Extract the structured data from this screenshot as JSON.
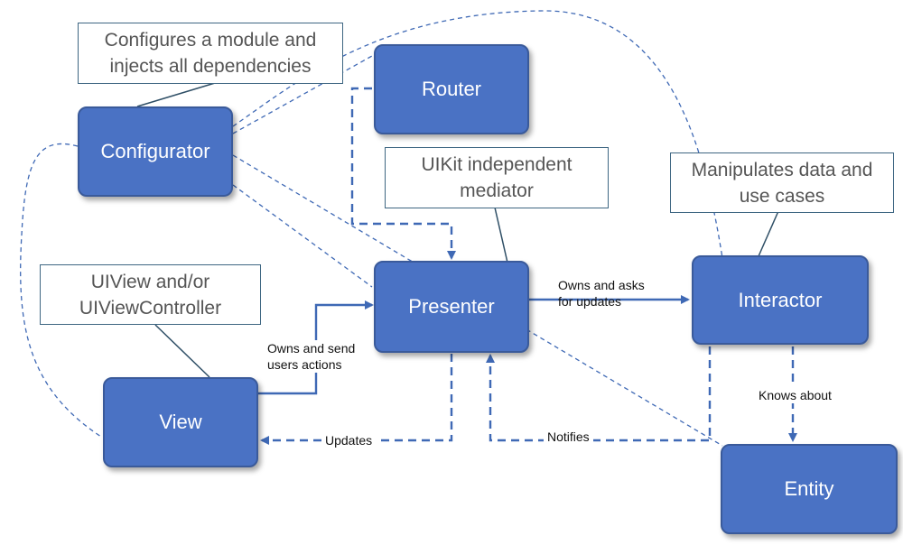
{
  "components": {
    "configurator": "Configurator",
    "router": "Router",
    "presenter": "Presenter",
    "interactor": "Interactor",
    "view": "View",
    "entity": "Entity"
  },
  "notes": {
    "configurator": "Configures a module and\ninjects all dependencies",
    "presenter": "UIKit independent\nmediator",
    "interactor": "Manipulates data and\nuse cases",
    "view": "UIView and/or\nUIViewController"
  },
  "edge_labels": {
    "view_to_presenter": "Owns and send\nusers actions",
    "presenter_to_interactor": "Owns and asks\nfor updates",
    "presenter_to_view": "Updates",
    "interactor_to_presenter": "Notifies",
    "interactor_to_entity": "Knows about"
  },
  "colors": {
    "box_fill": "#4a72c4",
    "box_border": "#3a5a9a",
    "arrow": "#3f69b5",
    "note_border": "#3e6682"
  }
}
